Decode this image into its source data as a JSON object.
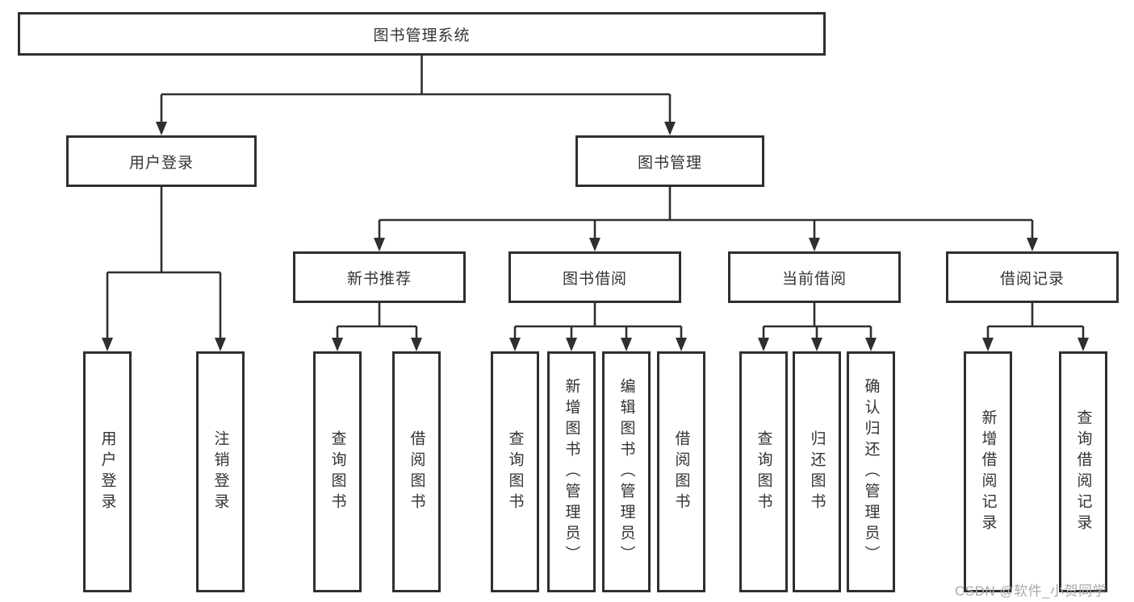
{
  "diagram": {
    "root_label": "图书管理系统",
    "branches": {
      "user_login": {
        "label": "用户登录",
        "leaves": [
          "用户登录",
          "注销登录"
        ]
      },
      "book_mgmt": {
        "label": "图书管理"
      }
    },
    "modules": [
      {
        "label": "新书推荐",
        "leaves": [
          "查询图书",
          "借阅图书"
        ]
      },
      {
        "label": "图书借阅",
        "leaves": [
          "查询图书",
          "新增图书（管理员）",
          "编辑图书（管理员）",
          "借阅图书"
        ]
      },
      {
        "label": "当前借阅",
        "leaves": [
          "查询图书",
          "归还图书",
          "确认归还（管理员）"
        ]
      },
      {
        "label": "借阅记录",
        "leaves": [
          "新增借阅记录",
          "查询借阅记录"
        ]
      }
    ],
    "watermark": "CSDN @软件_小贺同学",
    "colors": {
      "line": "#2f2f2f",
      "box_border": "#2f2f2f",
      "text": "#333333",
      "watermark": "#a9a9a9",
      "background": "#ffffff"
    }
  }
}
